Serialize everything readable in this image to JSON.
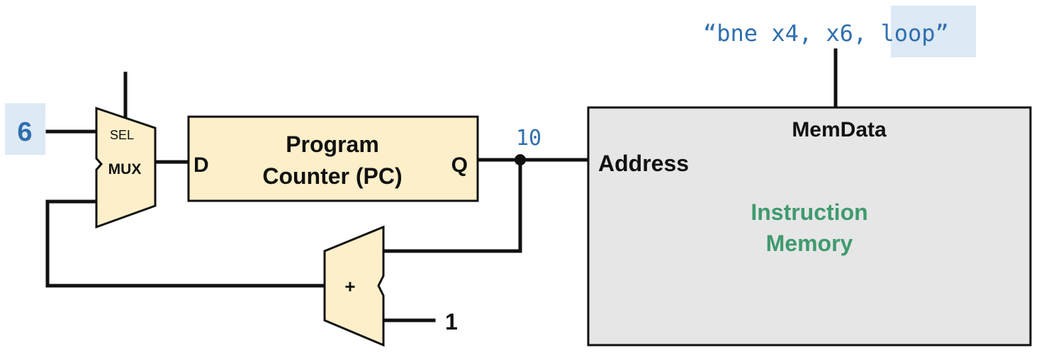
{
  "mux": {
    "sel_label": "SEL",
    "label": "MUX"
  },
  "mux_input_value": "6",
  "pc": {
    "line1": "Program",
    "line2": "Counter (PC)",
    "d_label": "D",
    "q_label": "Q"
  },
  "pc_output_value": "10",
  "adder": {
    "label": "+",
    "constant": "1"
  },
  "memory": {
    "data_label": "MemData",
    "address_label": "Address",
    "name_line1": "Instruction",
    "name_line2": "Memory"
  },
  "instruction": {
    "open_quote": "“",
    "text_plain": "bne x4, x6, ",
    "text_highlight": "loop",
    "close_quote": "”"
  },
  "colors": {
    "value_blue": "#2f6fae",
    "highlight_bg": "#dde9f5",
    "block_fill": "#fcefc9",
    "memory_fill": "#e6e6e6",
    "memory_title_green": "#3f9a6e"
  }
}
